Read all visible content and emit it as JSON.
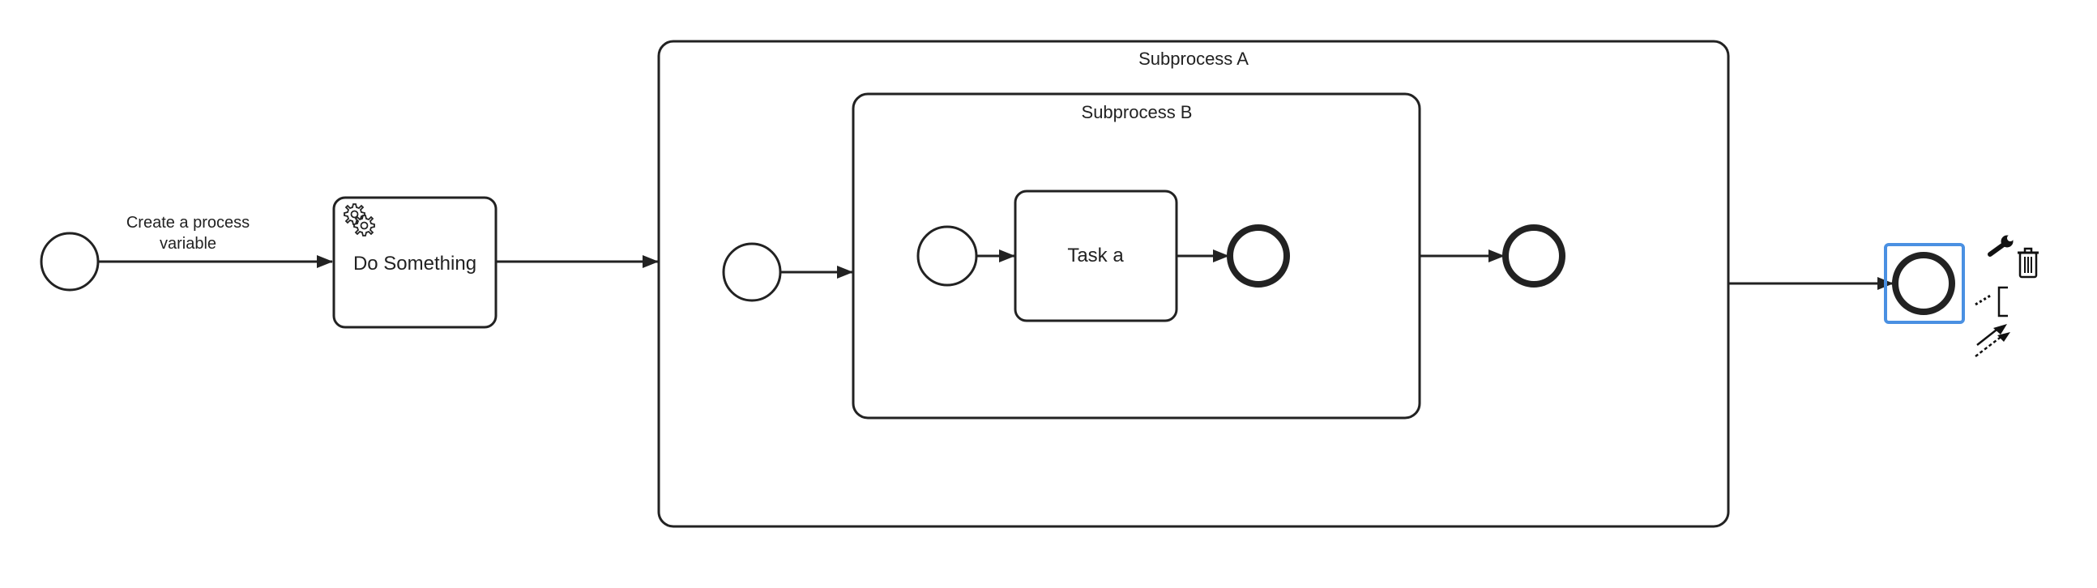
{
  "diagram": {
    "labels": {
      "flow_create_variable_line1": "Create a process",
      "flow_create_variable_line2": "variable",
      "task_do_something": "Do Something",
      "subprocess_a": "Subprocess A",
      "subprocess_b": "Subprocess B",
      "task_a": "Task a"
    },
    "elements": [
      {
        "id": "start-event-main",
        "type": "start-event"
      },
      {
        "id": "service-task-do-something",
        "type": "service-task",
        "label": "Do Something"
      },
      {
        "id": "subprocess-a",
        "type": "subprocess",
        "label": "Subprocess A"
      },
      {
        "id": "start-event-subprocess-a",
        "type": "start-event",
        "parent": "subprocess-a"
      },
      {
        "id": "subprocess-b",
        "type": "subprocess",
        "label": "Subprocess B",
        "parent": "subprocess-a"
      },
      {
        "id": "start-event-subprocess-b",
        "type": "start-event",
        "parent": "subprocess-b"
      },
      {
        "id": "task-a",
        "type": "task",
        "label": "Task a",
        "parent": "subprocess-b"
      },
      {
        "id": "end-event-subprocess-b",
        "type": "end-event",
        "parent": "subprocess-b"
      },
      {
        "id": "end-event-subprocess-a",
        "type": "end-event",
        "parent": "subprocess-a"
      },
      {
        "id": "end-event-main",
        "type": "end-event",
        "selected": true
      }
    ],
    "flows": [
      {
        "from": "start-event-main",
        "to": "service-task-do-something",
        "label": "Create a process variable"
      },
      {
        "from": "service-task-do-something",
        "to": "subprocess-a"
      },
      {
        "from": "start-event-subprocess-a",
        "to": "subprocess-b"
      },
      {
        "from": "start-event-subprocess-b",
        "to": "task-a"
      },
      {
        "from": "task-a",
        "to": "end-event-subprocess-b"
      },
      {
        "from": "subprocess-b",
        "to": "end-event-subprocess-a"
      },
      {
        "from": "subprocess-a",
        "to": "end-event-main"
      }
    ]
  },
  "context_pad": {
    "icons": [
      "wrench-icon",
      "trash-icon",
      "text-annotation-icon",
      "connect-icon"
    ]
  },
  "colors": {
    "stroke": "#222222",
    "selection": "#4a90e2"
  }
}
